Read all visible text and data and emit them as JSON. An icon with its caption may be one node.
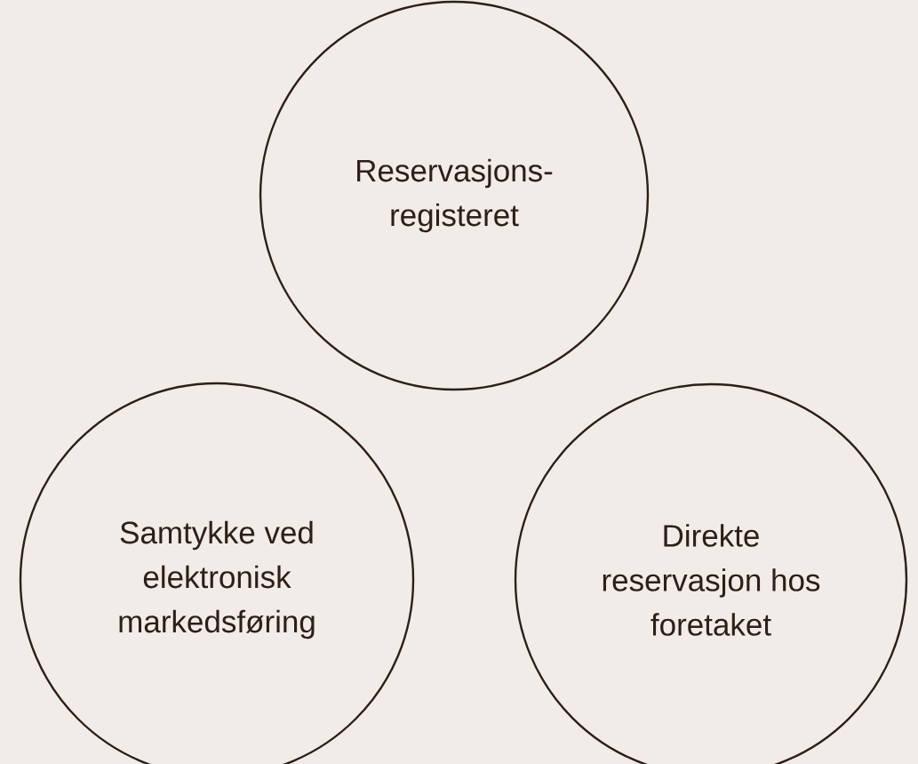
{
  "diagram": {
    "nodes": [
      {
        "text": [
          "Reservasjons- registeret"
        ]
      },
      {
        "text": [
          "Samtykke ved elektronisk markedsføring"
        ]
      },
      {
        "text": [
          "Direkte reservasjon hos foretaket"
        ]
      }
    ]
  }
}
